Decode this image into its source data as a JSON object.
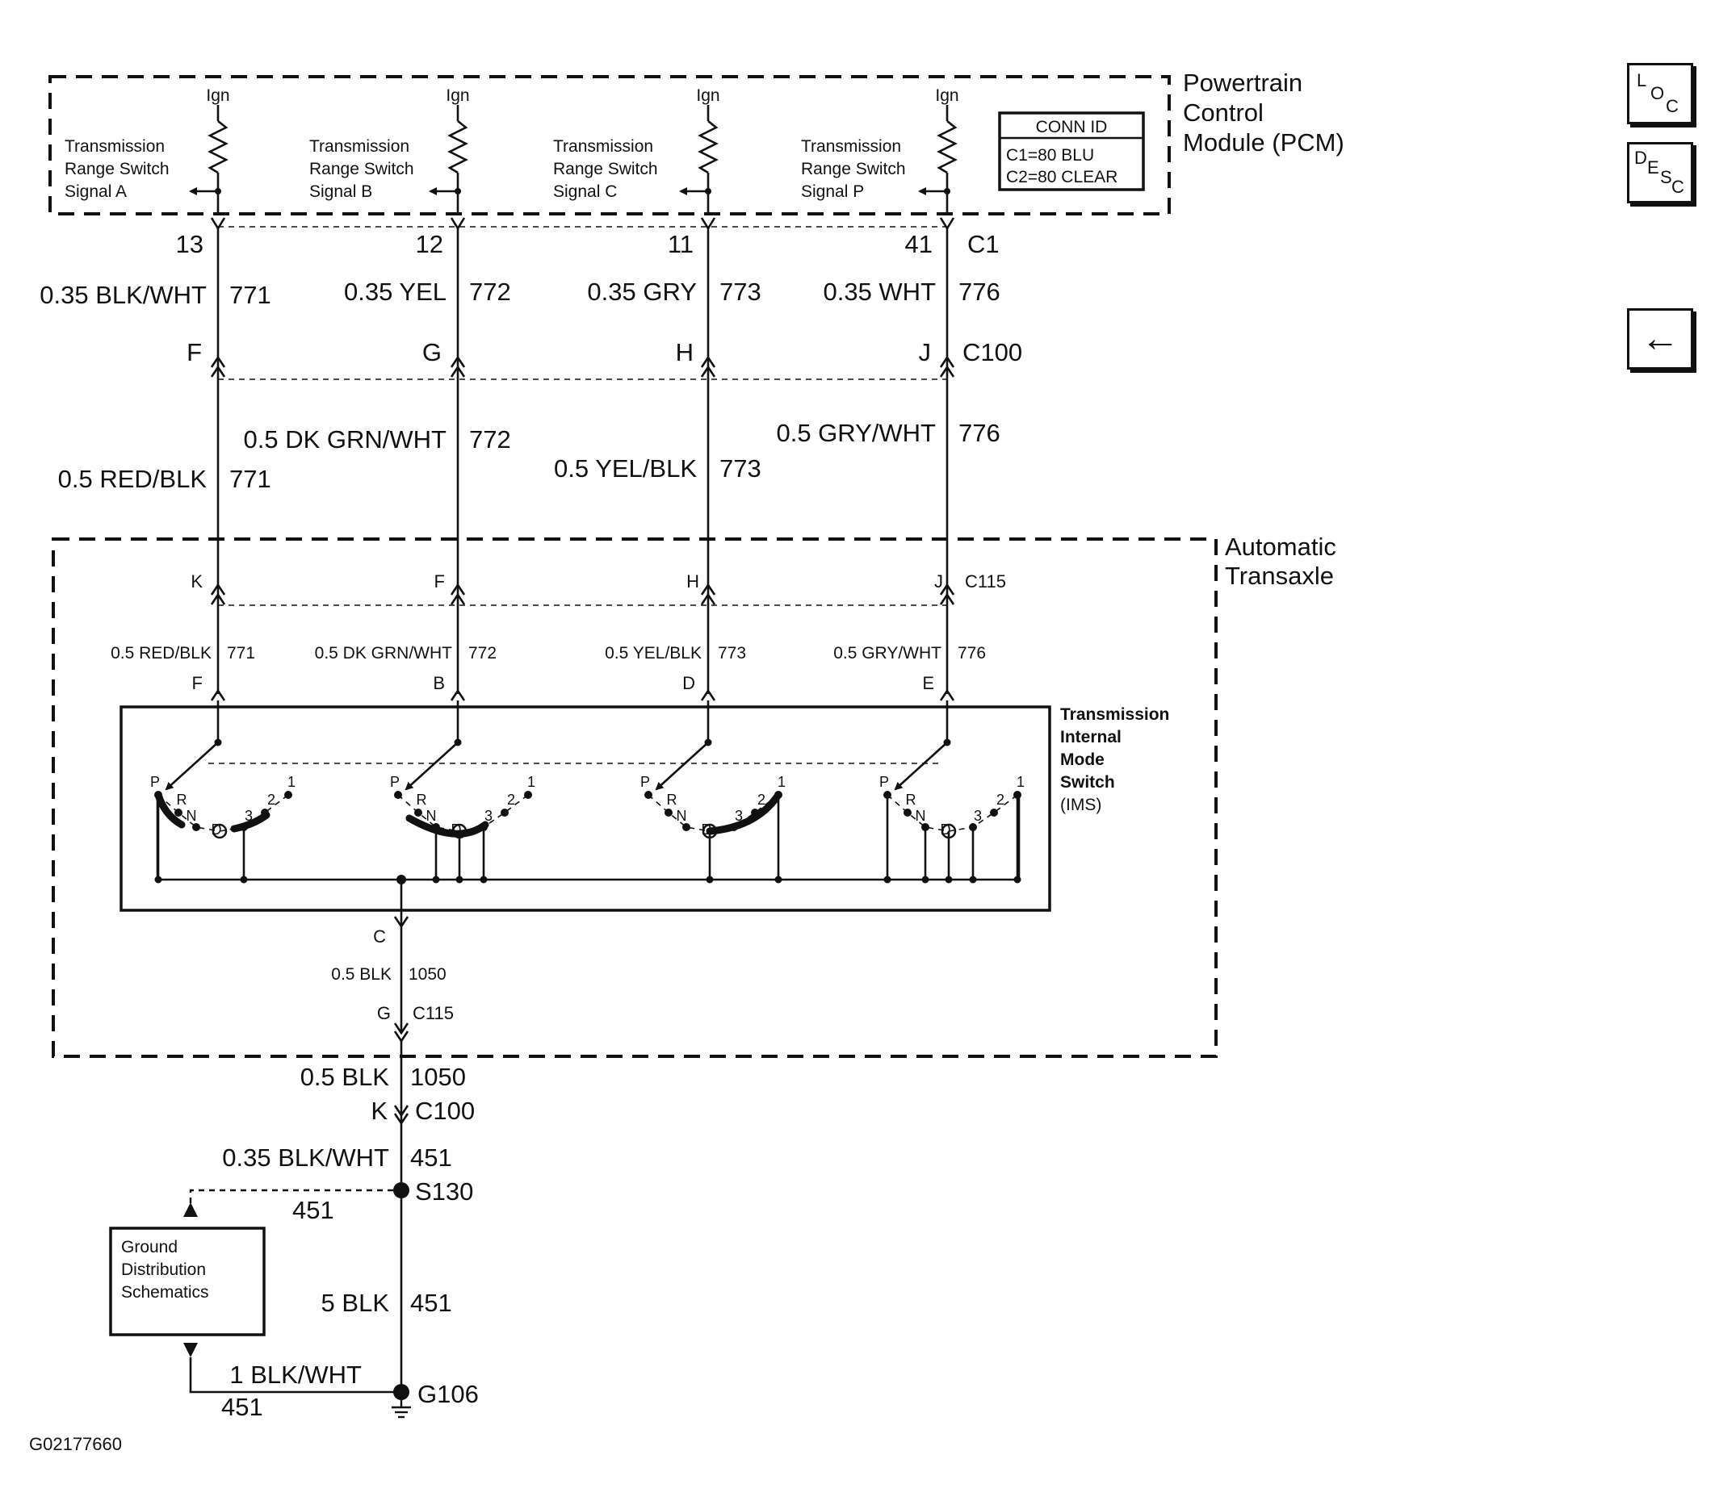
{
  "pcm": {
    "title_lines": [
      "Powertrain",
      "Control",
      "Module (PCM)"
    ],
    "ign_label": "Ign",
    "signals": [
      [
        "Transmission",
        "Range Switch",
        "Signal A"
      ],
      [
        "Transmission",
        "Range Switch",
        "Signal B"
      ],
      [
        "Transmission",
        "Range Switch",
        "Signal C"
      ],
      [
        "Transmission",
        "Range Switch",
        "Signal P"
      ]
    ],
    "conn_id": {
      "title": "CONN ID",
      "line1": "C1=80 BLU",
      "line2": "C2=80 CLEAR"
    }
  },
  "c1": {
    "name": "C1",
    "pins": [
      "13",
      "12",
      "11",
      "41"
    ],
    "wires": [
      {
        "color": "0.35 BLK/WHT",
        "circuit": "771"
      },
      {
        "color": "0.35 YEL",
        "circuit": "772"
      },
      {
        "color": "0.35 GRY",
        "circuit": "773"
      },
      {
        "color": "0.35 WHT",
        "circuit": "776"
      }
    ]
  },
  "c100": {
    "name": "C100",
    "pins": [
      "F",
      "G",
      "H",
      "J"
    ],
    "wires": [
      {
        "color": "0.5 RED/BLK",
        "circuit": "771"
      },
      {
        "color": "0.5 DK GRN/WHT",
        "circuit": "772"
      },
      {
        "color": "0.5 YEL/BLK",
        "circuit": "773"
      },
      {
        "color": "0.5 GRY/WHT",
        "circuit": "776"
      }
    ]
  },
  "transaxle": {
    "title_lines": [
      "Automatic",
      "Transaxle"
    ],
    "c115_name": "C115",
    "c115_pins": [
      "K",
      "F",
      "H",
      "J"
    ],
    "wires": [
      {
        "color": "0.5 RED/BLK",
        "circuit": "771"
      },
      {
        "color": "0.5 DK GRN/WHT",
        "circuit": "772"
      },
      {
        "color": "0.5 YEL/BLK",
        "circuit": "773"
      },
      {
        "color": "0.5 GRY/WHT",
        "circuit": "776"
      }
    ],
    "ims_pins": [
      "F",
      "B",
      "D",
      "E"
    ],
    "ims_label_lines": [
      "Transmission",
      "Internal",
      "Mode",
      "Switch",
      "(IMS)"
    ],
    "positions": [
      "P",
      "R",
      "N",
      "D",
      "3",
      "2",
      "1"
    ],
    "ground_pin": "C",
    "ground_wire": {
      "color": "0.5 BLK",
      "circuit": "1050"
    },
    "c115_ground_pin": "G",
    "c115_ground_name": "C115"
  },
  "ground": {
    "c100_wire": {
      "color": "0.5 BLK",
      "circuit": "1050"
    },
    "c100_pin": "K",
    "c100_name": "C100",
    "splice_wire": {
      "color": "0.35 BLK/WHT",
      "circuit": "451"
    },
    "splice": "S130",
    "branch_circuit": "451",
    "gd_box_lines": [
      "Ground",
      "Distribution",
      "Schematics"
    ],
    "main_wire": {
      "color": "5 BLK",
      "circuit": "451"
    },
    "return_wire": {
      "color": "1 BLK/WHT",
      "circuit": "451"
    },
    "ground_point": "G106"
  },
  "footer": {
    "image_id": "G02177660"
  },
  "nav": {
    "loc": [
      "L",
      "O",
      "C"
    ],
    "desc": [
      "D",
      "E",
      "S",
      "C"
    ],
    "back_arrow": "←"
  }
}
